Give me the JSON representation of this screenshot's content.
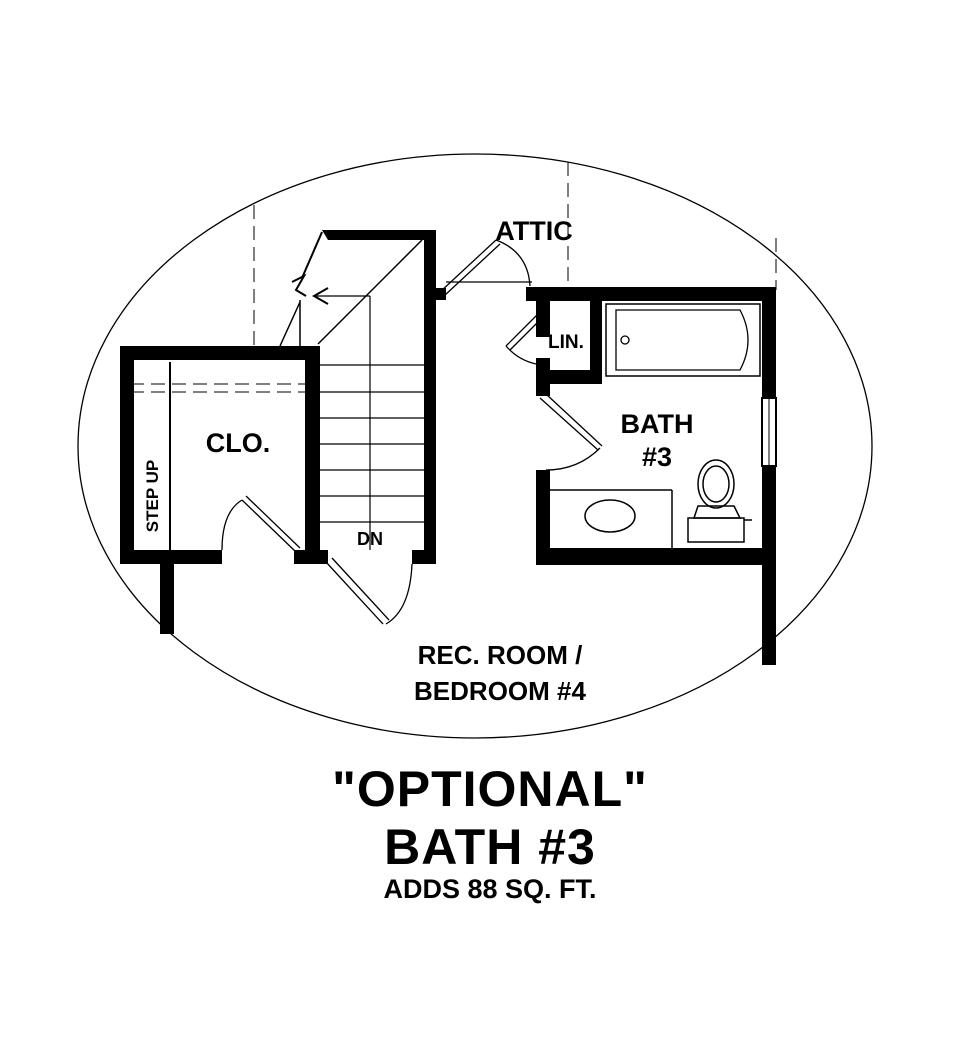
{
  "rooms": {
    "attic": "ATTIC",
    "linen": "LIN.",
    "bath_line1": "BATH",
    "bath_line2": "#3",
    "closet": "CLO.",
    "step_up": "STEP UP",
    "stair_down": "DN",
    "rec_line1": "REC. ROOM /",
    "rec_line2": "BEDROOM #4"
  },
  "caption": {
    "line1": "\"OPTIONAL\"",
    "line2": "BATH #3",
    "line3": "ADDS 88 SQ. FT."
  },
  "colors": {
    "wall": "#000000",
    "background": "#ffffff"
  }
}
